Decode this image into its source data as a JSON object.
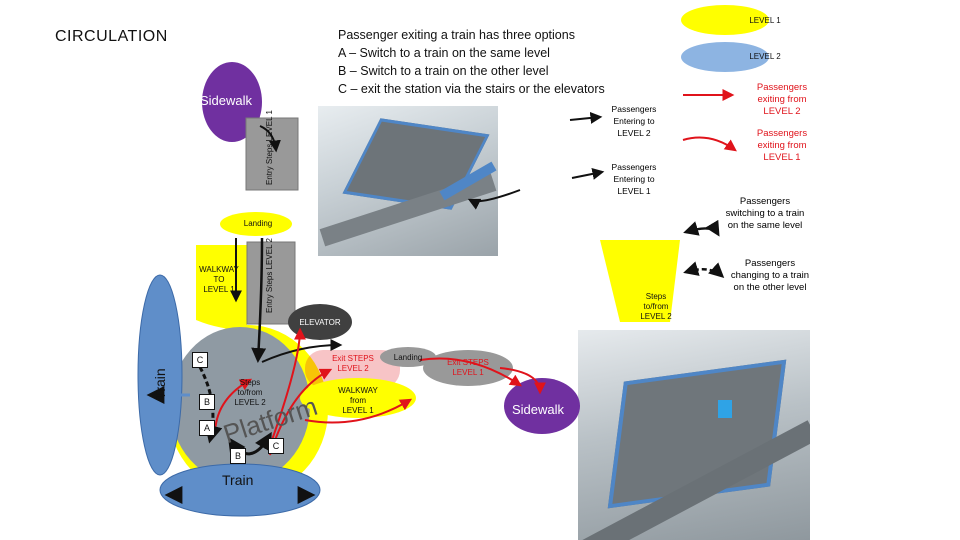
{
  "title": "CIRCULATION",
  "intro": [
    "Passenger exiting a train has three options",
    "A – Switch to a train on the same level",
    "B – Switch to a train on the other level",
    "C – exit the station via the stairs or the elevators"
  ],
  "legend": {
    "level1": "LEVEL 1",
    "level2": "LEVEL 2",
    "exit_level2": "Passengers exiting from LEVEL 2",
    "exit_level1": "Passengers exiting from LEVEL 1",
    "enter_level2": "Passengers Entering to LEVEL 2",
    "enter_level1": "Passengers Entering to LEVEL 1",
    "switch_same": "Passengers switching to a train on the same level",
    "switch_other": "Passengers changing to a train on the other level"
  },
  "diagram": {
    "sidewalk_top": "Sidewalk",
    "entry_steps_1": [
      "Entry",
      "Steps",
      "LEVEL 1"
    ],
    "landing_top": "Landing",
    "walkway_to_level1": [
      "WALKWAY",
      "TO",
      "LEVEL 1"
    ],
    "entry_steps_2": [
      "Entry",
      "Steps",
      "LEVEL 2"
    ],
    "steps_to_from_level2_right": [
      "Steps",
      "to/from",
      "LEVEL 2"
    ],
    "elevator": "ELEVATOR",
    "train_left": "Train",
    "train_bottom": "Train",
    "platform": "Platform",
    "steps_to_from_level2": [
      "Steps",
      "to/from",
      "LEVEL 2"
    ],
    "exit_steps_level2": [
      "Exit STEPS",
      "LEVEL 2"
    ],
    "landing_mid": "Landing",
    "exit_steps_level1": [
      "Exit STEPS",
      "LEVEL 1"
    ],
    "walkway_from_level1": [
      "WALKWAY",
      "from",
      "LEVEL 1"
    ],
    "sidewalk_bottom": "Sidewalk",
    "marker_c": "C",
    "marker_b": "B",
    "marker_a": "A",
    "marker_b2": "B",
    "marker_c2": "C"
  },
  "colors": {
    "level1": "#ffff00",
    "level2": "#8db4e2",
    "purple": "#7030a0",
    "elevator": "#404040",
    "arrow_red": "#e0131b",
    "arrow_black": "#111111"
  }
}
